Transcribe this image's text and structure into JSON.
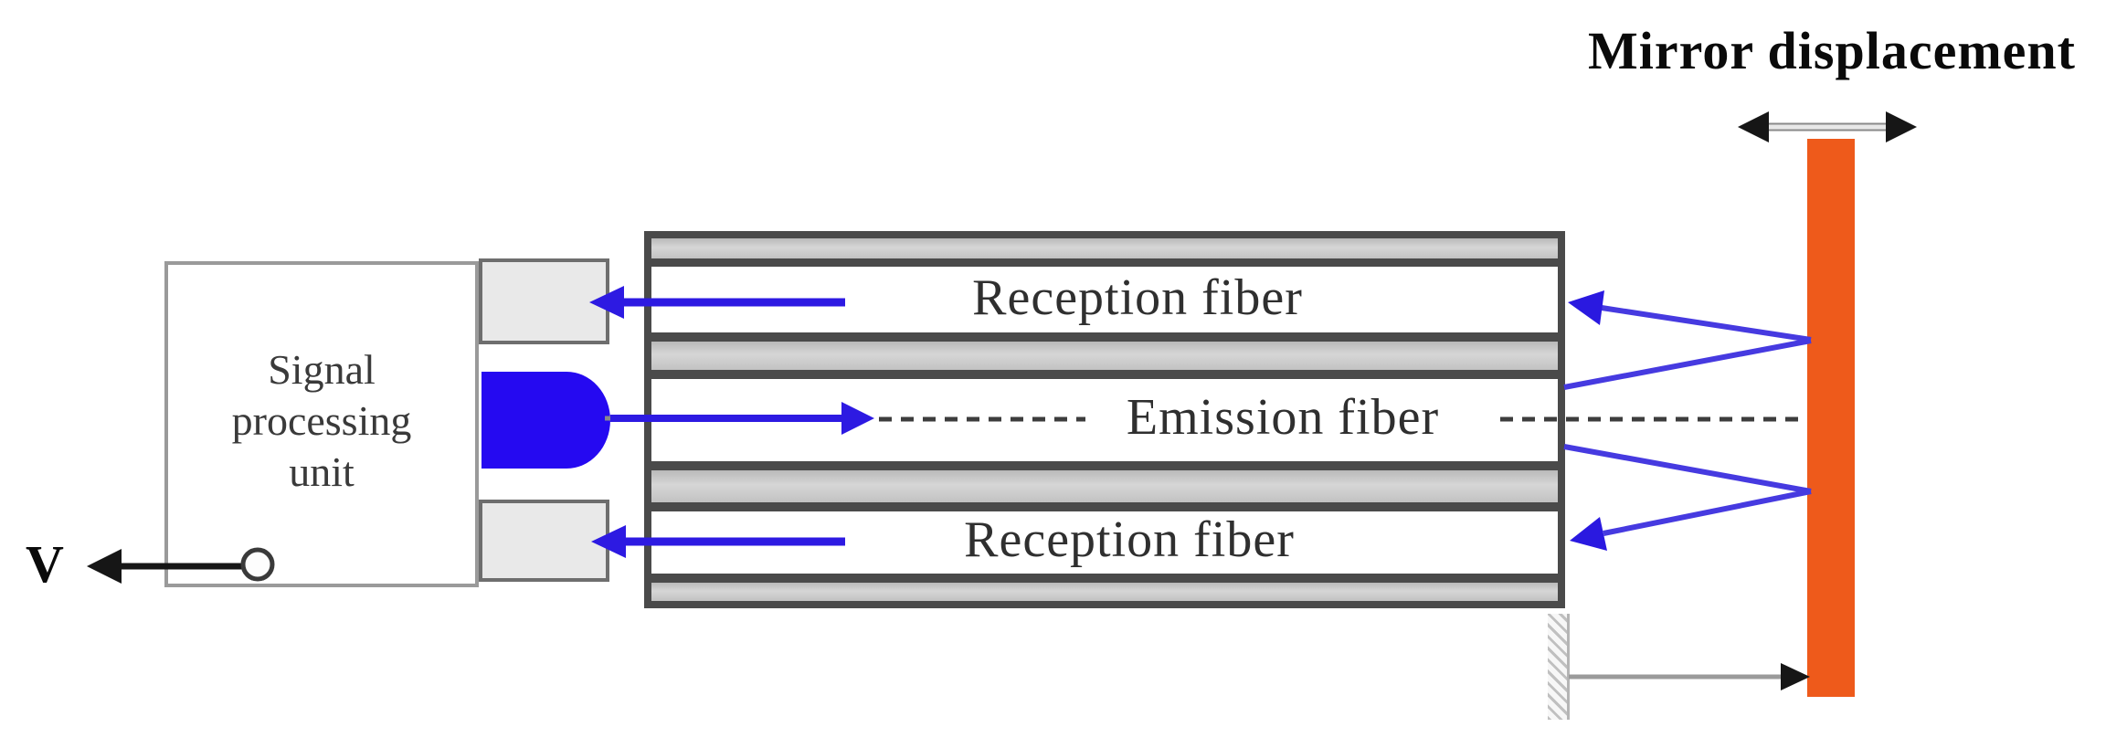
{
  "diagram": {
    "title": "Mirror displacement",
    "output_label": "V",
    "signal_unit_label": "Signal\nprocessing\nunit",
    "fibers": {
      "reception_top": "Reception fiber",
      "emission": "Emission fiber",
      "reception_bottom": "Reception fiber"
    },
    "colors": {
      "mirror_orange": "#ee5a1b",
      "ray_blue": "#463ae0",
      "arrow_blue": "#2d1ae2",
      "led_blue": "#2509f1",
      "band_gray": "#c7c7c7",
      "frame_dark": "#4a4a4a",
      "connector_gray": "#e9e9e9"
    }
  }
}
